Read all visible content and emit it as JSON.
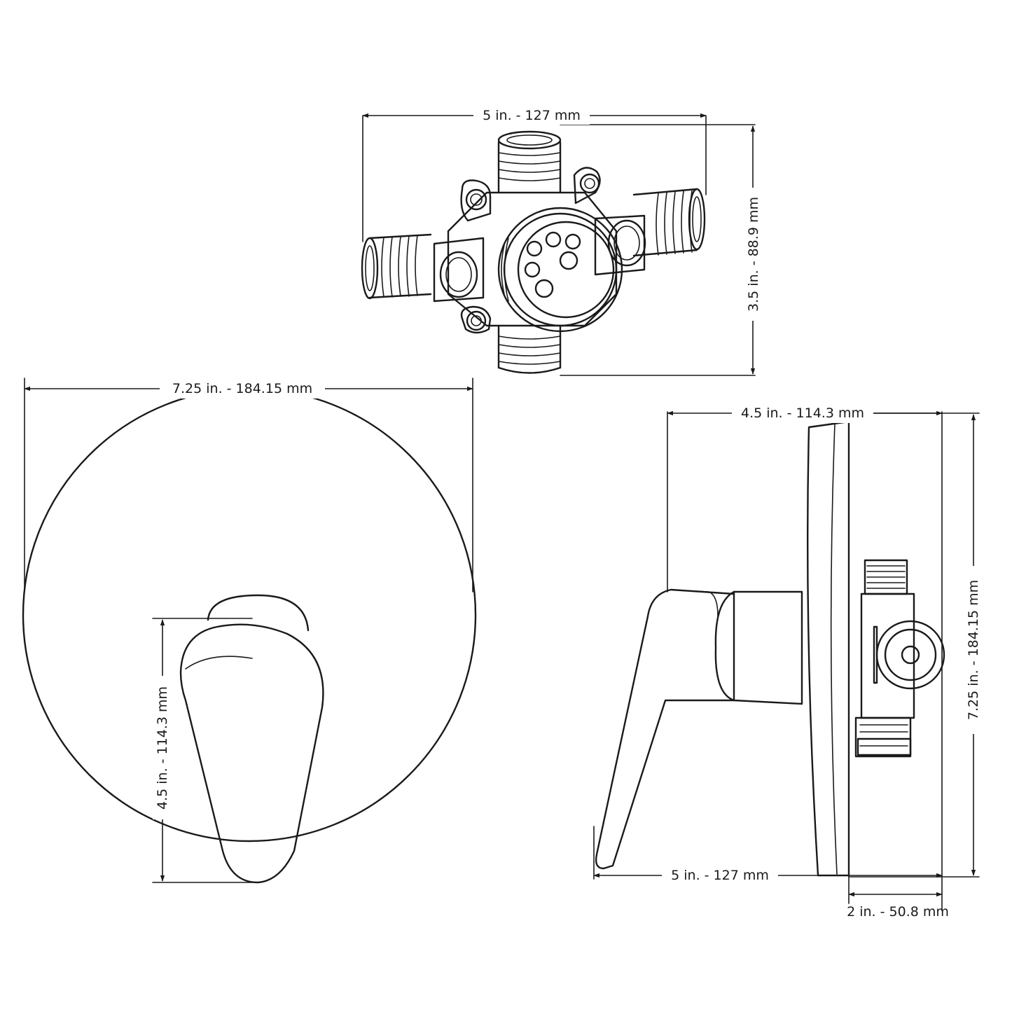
{
  "dimensions": {
    "valve_width": "5 in. - 127 mm",
    "valve_height": "3.5 in. - 88.9 mm",
    "trim_diameter": "7.25 in. - 184.15 mm",
    "handle_height": "4.5 in. - 114.3 mm",
    "side_depth": "4.5 in. - 114.3 mm",
    "side_overall_height": "7.25 in. - 184.15 mm",
    "side_handle_projection": "5 in. - 127 mm",
    "side_valve_depth": "2 in. - 50.8 mm"
  }
}
